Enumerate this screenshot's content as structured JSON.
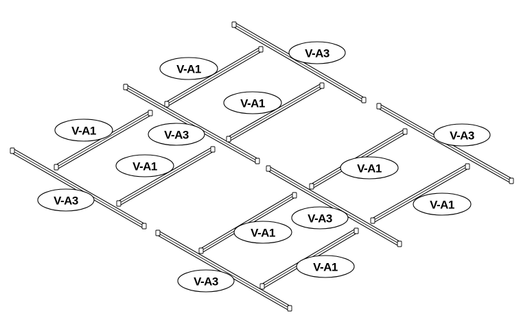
{
  "labels": {
    "short_rail": "V-A1",
    "long_rail": "V-A3"
  },
  "rails": [
    {
      "part": "long_rail"
    },
    {
      "part": "long_rail"
    },
    {
      "part": "long_rail"
    },
    {
      "part": "long_rail"
    },
    {
      "part": "long_rail"
    },
    {
      "part": "long_rail"
    },
    {
      "part": "short_rail"
    },
    {
      "part": "short_rail"
    },
    {
      "part": "short_rail"
    },
    {
      "part": "short_rail"
    },
    {
      "part": "short_rail"
    },
    {
      "part": "short_rail"
    },
    {
      "part": "short_rail"
    },
    {
      "part": "short_rail"
    }
  ],
  "tags": [
    {
      "part": "short_rail"
    },
    {
      "part": "long_rail"
    },
    {
      "part": "short_rail"
    },
    {
      "part": "short_rail"
    },
    {
      "part": "long_rail"
    },
    {
      "part": "short_rail"
    },
    {
      "part": "long_rail"
    },
    {
      "part": "short_rail"
    },
    {
      "part": "long_rail"
    },
    {
      "part": "short_rail"
    },
    {
      "part": "long_rail"
    },
    {
      "part": "short_rail"
    },
    {
      "part": "long_rail"
    },
    {
      "part": "short_rail"
    }
  ]
}
